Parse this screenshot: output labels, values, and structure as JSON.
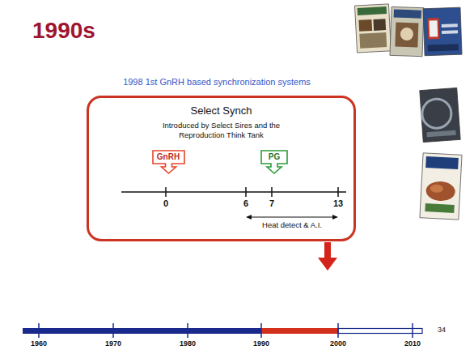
{
  "diagram": {
    "title": "1990s",
    "nodes": [
      {
        "text": [
          "Select Synch",
          "Introduced by Select Sires and the Reproduction Think Tank"
        ]
      },
      {
        "text": [
          "GnRH"
        ],
        "in": 0
      },
      {
        "text": [
          "PG"
        ],
        "in": 0
      }
    ],
    "labels": [
      "1998 1st GnRH based synchronization systems",
      "0",
      "6",
      "7",
      "13",
      "Heat detect & A.I.",
      "1960",
      "1970",
      "1980",
      "1990",
      "2000",
      "2010",
      "34"
    ]
  }
}
